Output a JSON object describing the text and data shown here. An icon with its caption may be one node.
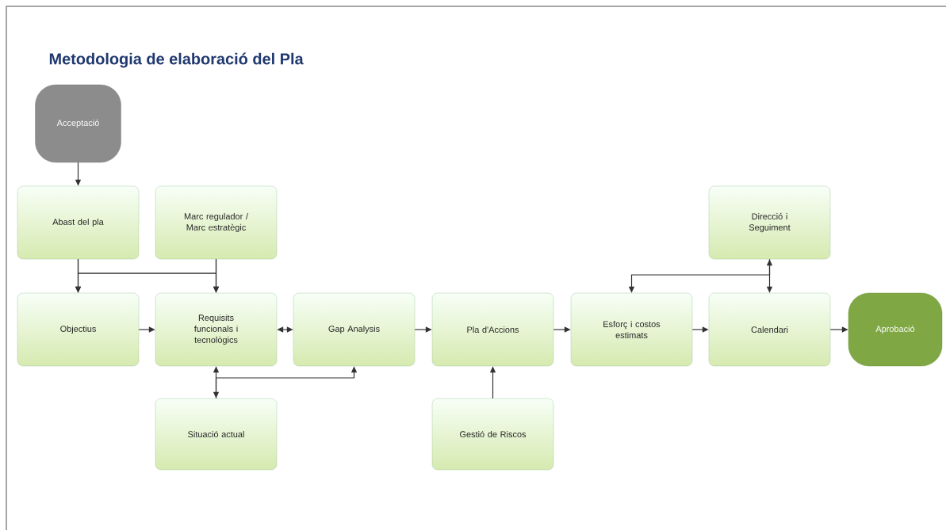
{
  "diagram": {
    "title": "Metodologia de elaboració del Pla",
    "nodes": [
      {
        "text": [
          "Acceptació"
        ]
      },
      {
        "text": [
          "Abast del pla"
        ]
      },
      {
        "text": [
          "Marc regulador / Marc estratègic"
        ]
      },
      {
        "text": [
          "Objectius"
        ]
      },
      {
        "text": [
          "Requisits funcionals i tecnològics"
        ]
      },
      {
        "text": [
          "Gap Analysis"
        ]
      },
      {
        "text": [
          "Pla d'Accions"
        ]
      },
      {
        "text": [
          "Situació actual"
        ]
      },
      {
        "text": [
          "Gestió de Riscos"
        ]
      },
      {
        "text": [
          "Direcció i Seguiment"
        ]
      },
      {
        "text": [
          "Esforç i costos estimats"
        ]
      },
      {
        "text": [
          "Calendari"
        ]
      },
      {
        "text": [
          "Aprobació"
        ]
      }
    ],
    "edges": [
      {
        "from": 0,
        "to": 1,
        "arrow": "to"
      },
      {
        "from": 1,
        "to": 3,
        "arrow": "to"
      },
      {
        "from": 1,
        "to": 4,
        "arrow": "to"
      },
      {
        "from": 2,
        "to": 3,
        "arrow": "to"
      },
      {
        "from": 2,
        "to": 4,
        "arrow": "to"
      },
      {
        "from": 3,
        "to": 4,
        "arrow": "to"
      },
      {
        "from": 4,
        "to": 5,
        "arrow": "both"
      },
      {
        "from": 5,
        "to": 6,
        "arrow": "to"
      },
      {
        "from": 6,
        "to": 10,
        "arrow": "to"
      },
      {
        "from": 10,
        "to": 11,
        "arrow": "to"
      },
      {
        "from": 11,
        "to": 12,
        "arrow": "to"
      },
      {
        "from": 4,
        "to": 7,
        "arrow": "both"
      },
      {
        "from": 7,
        "to": 5,
        "arrow": "to"
      },
      {
        "from": 8,
        "to": 6,
        "arrow": "to"
      },
      {
        "from": 9,
        "to": 11,
        "arrow": "both"
      },
      {
        "from": 9,
        "to": 10,
        "arrow": "to"
      }
    ]
  }
}
